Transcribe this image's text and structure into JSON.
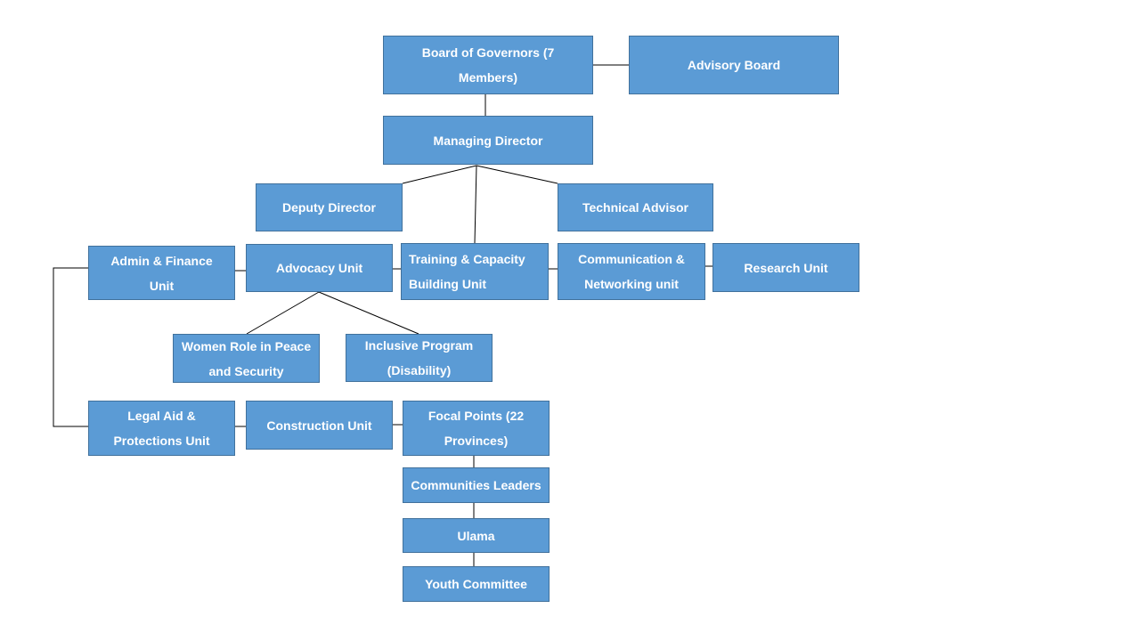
{
  "colors": {
    "box_fill": "#5b9bd5",
    "box_border": "#41719c",
    "box_text": "#ffffff",
    "connector": "#000000"
  },
  "nodes": {
    "board": "Board of Governors (7 Members)",
    "advisory": "Advisory Board",
    "md": "Managing Director",
    "deputy": "Deputy Director",
    "tech": "Technical Advisor",
    "admin": "Admin & Finance Unit",
    "advocacy": "Advocacy Unit",
    "training": "Training & Capacity Building Unit",
    "comm": "Communication & Networking unit",
    "research": "Research Unit",
    "women": "Women Role in Peace and Security",
    "inclusive": "Inclusive Program (Disability)",
    "legal": "Legal Aid & Protections Unit",
    "construction": "Construction Unit",
    "focal": "Focal Points (22 Provinces)",
    "community": "Communities Leaders",
    "ulama": "Ulama",
    "youth": "Youth Committee"
  }
}
